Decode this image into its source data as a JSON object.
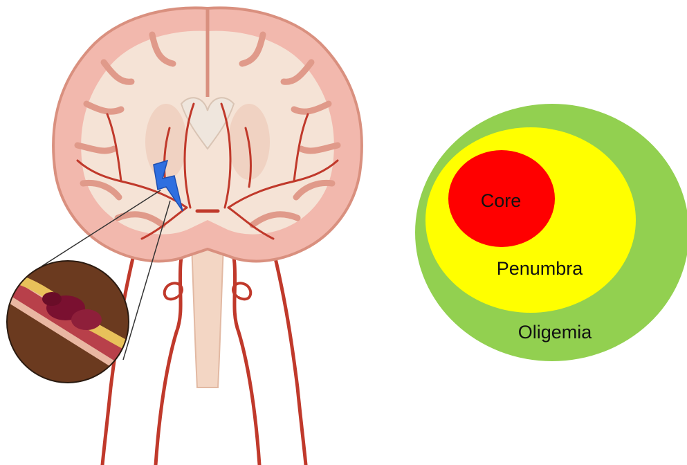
{
  "colors": {
    "background": "#ffffff",
    "core": "#ff0000",
    "penumbra": "#ffff00",
    "oligemia": "#92d050",
    "cortex": "#f2b8ad",
    "cortex_edge": "#d9907f",
    "white_matter": "#f5e3d6",
    "artery": "#c0392b",
    "artery_dark": "#8e1f1a",
    "lightning": "#2f6fe0",
    "brainstem": "#f3d6c4",
    "inset_bg": "#6b3a1f",
    "plaque": "#e8c15a",
    "clot": "#7a1030"
  },
  "illustration": {
    "subject": "brain-coronal-section",
    "icon": "lightning-bolt-icon"
  },
  "diagram": {
    "zones": [
      {
        "id": "oligemia",
        "label": "Oligemia"
      },
      {
        "id": "penumbra",
        "label": "Penumbra"
      },
      {
        "id": "core",
        "label": "Core"
      }
    ]
  }
}
